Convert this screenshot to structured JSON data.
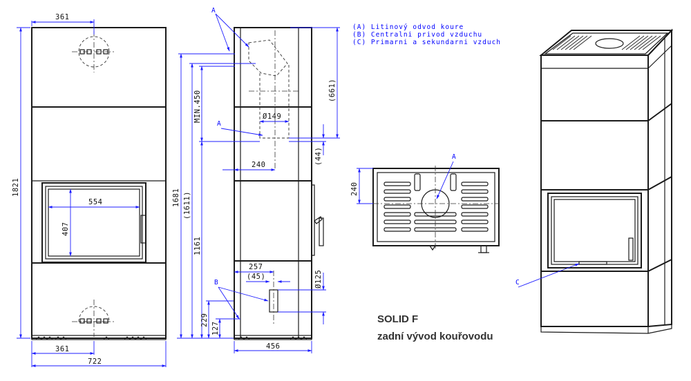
{
  "legend": {
    "a": "(A)  Litinový odvod koure",
    "b": "(B)  Centralni privod vzduchu",
    "c": "(C)  Primarni a sekundarni vzduch"
  },
  "title": {
    "line1": "SOLID F",
    "line2": "zadní vývod kouřovodu"
  },
  "labels": {
    "a": "A",
    "b": "B",
    "c": "C"
  },
  "dimensions": {
    "front_top_width": "361",
    "front_height": "1821",
    "front_opening_width": "554",
    "front_opening_height": "407",
    "front_bottom_inner": "361",
    "front_total_width": "722",
    "side_min": "MIN.450",
    "side_1681": "1681",
    "side_1611": "(1611)",
    "side_1161": "1161",
    "side_661": "(661)",
    "side_44": "(44)",
    "side_pipe_dia": "Ø149",
    "side_240": "240",
    "side_257": "257",
    "side_45": "(45)",
    "side_125": "Ø125",
    "side_229": "229",
    "side_127": "127",
    "side_456": "456",
    "top_240": "240"
  }
}
